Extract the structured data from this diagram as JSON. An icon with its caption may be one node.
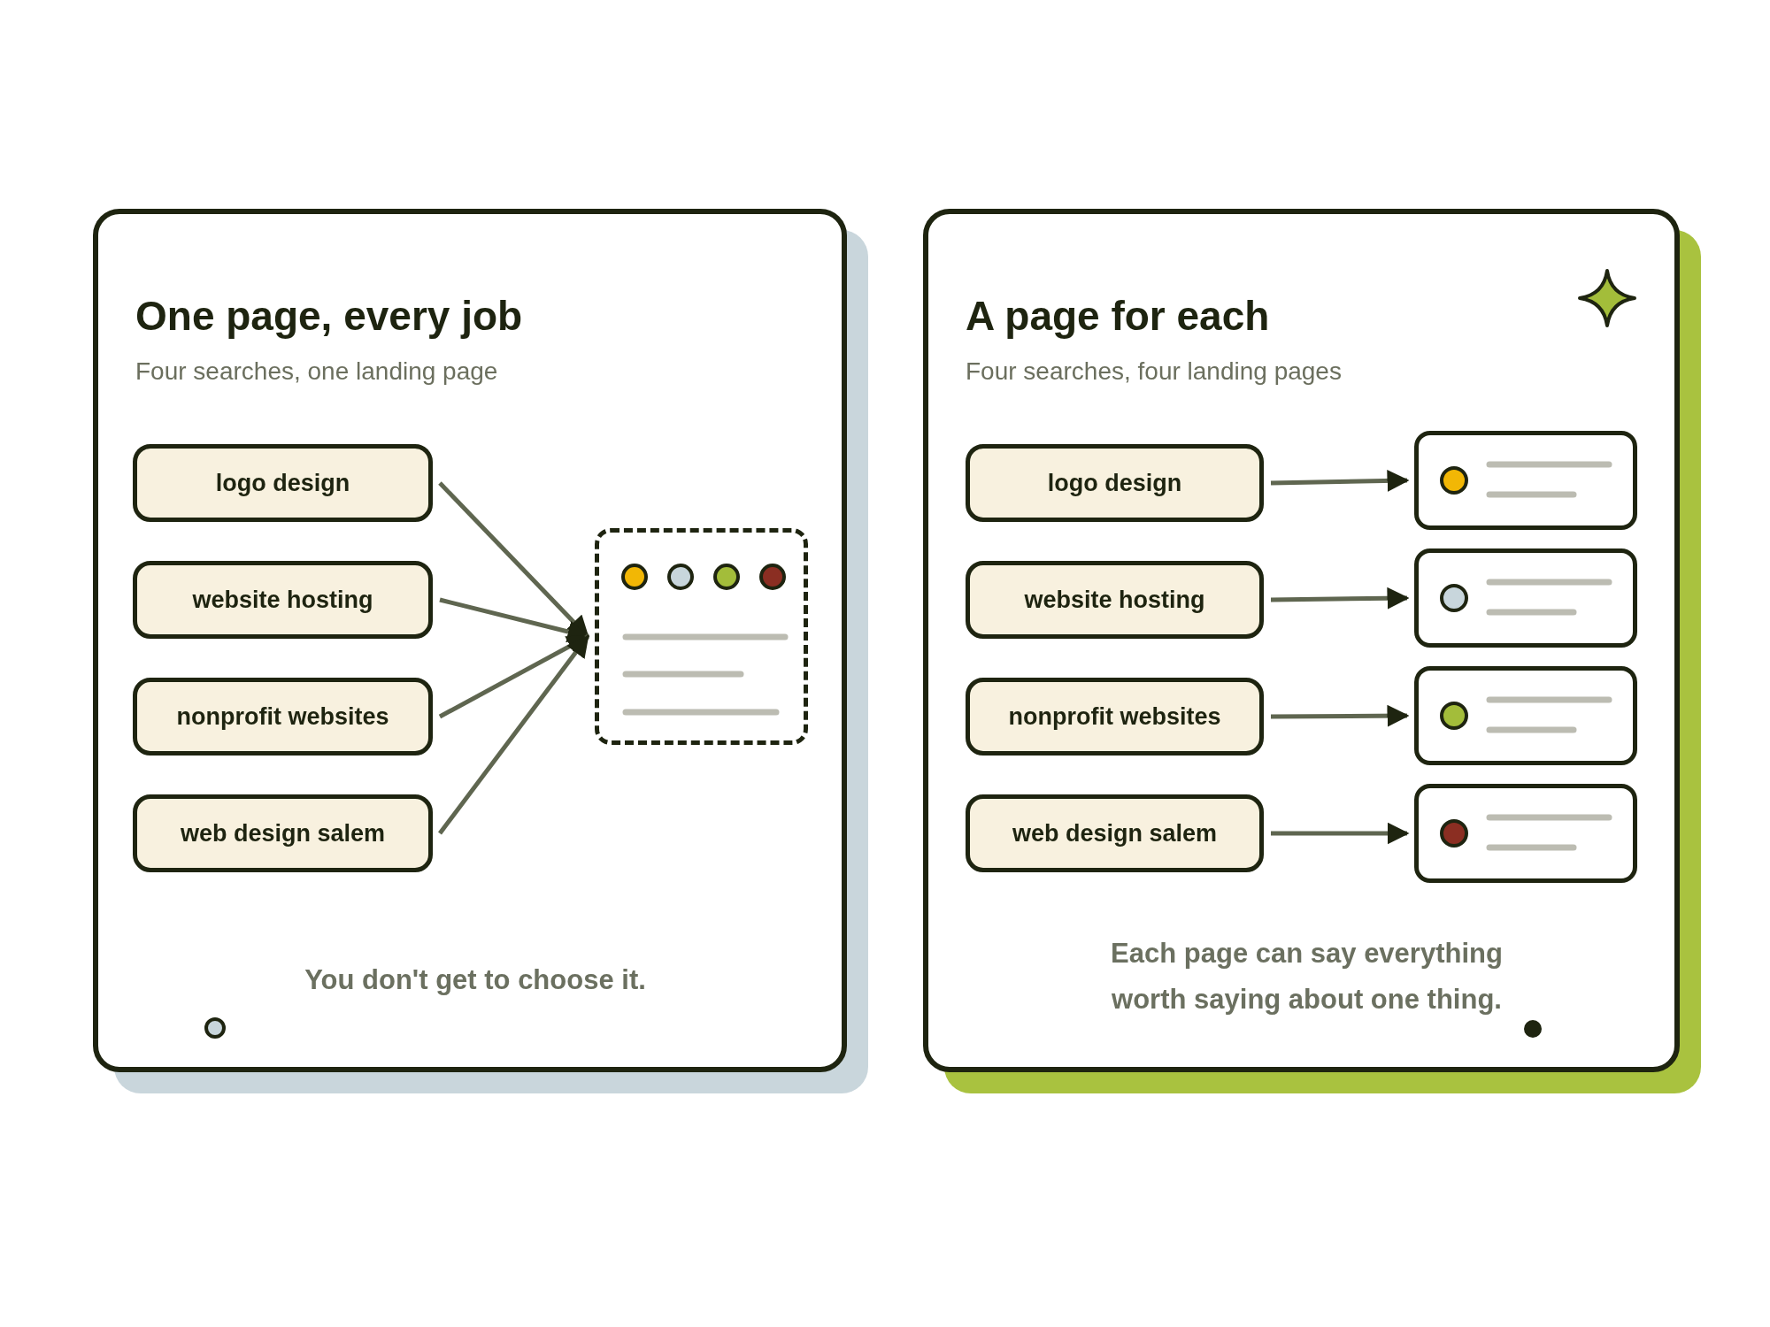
{
  "diagram": {
    "nodes": [
      {
        "text": [
          "One page, every job",
          "Four searches, one landing page",
          "You don't get to choose it."
        ]
      },
      {
        "text": [
          "logo design"
        ],
        "in": 0
      },
      {
        "text": [
          "website hosting"
        ],
        "in": 0
      },
      {
        "text": [
          "nonprofit websites"
        ],
        "in": 0
      },
      {
        "text": [
          "web design salem"
        ],
        "in": 0
      },
      {
        "text": [],
        "shape": "box",
        "in": 0
      },
      {
        "text": [
          "A page for each",
          "Four searches, four landing pages",
          "Each page can say everything worth saying about one thing."
        ]
      },
      {
        "text": [
          "logo design"
        ],
        "in": 6
      },
      {
        "text": [
          "website hosting"
        ],
        "in": 6
      },
      {
        "text": [
          "nonprofit websites"
        ],
        "in": 6
      },
      {
        "text": [
          "web design salem"
        ],
        "in": 6
      },
      {
        "text": [],
        "shape": "box",
        "in": 6
      },
      {
        "text": [],
        "shape": "box",
        "in": 6
      },
      {
        "text": [],
        "shape": "box",
        "in": 6
      },
      {
        "text": [],
        "shape": "box",
        "in": 6
      }
    ],
    "edges": [
      {
        "from": 1,
        "to": 5,
        "arrow": "to"
      },
      {
        "from": 2,
        "to": 5,
        "arrow": "to"
      },
      {
        "from": 3,
        "to": 5,
        "arrow": "to"
      },
      {
        "from": 4,
        "to": 5,
        "arrow": "to"
      },
      {
        "from": 7,
        "to": 11,
        "arrow": "to"
      },
      {
        "from": 8,
        "to": 12,
        "arrow": "to"
      },
      {
        "from": 9,
        "to": 13,
        "arrow": "to"
      },
      {
        "from": 10,
        "to": 14,
        "arrow": "to"
      }
    ]
  }
}
